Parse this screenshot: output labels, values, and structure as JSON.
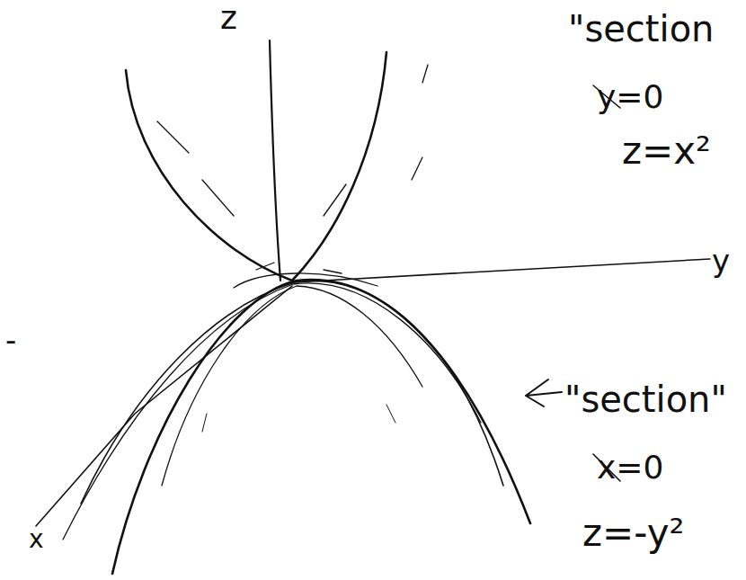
{
  "diagram": {
    "labels": [
      "z",
      "y",
      "x",
      "-",
      "\"section",
      "y=0",
      "z=x²",
      "\"section\"",
      "x=0",
      "z=-y²"
    ]
  }
}
